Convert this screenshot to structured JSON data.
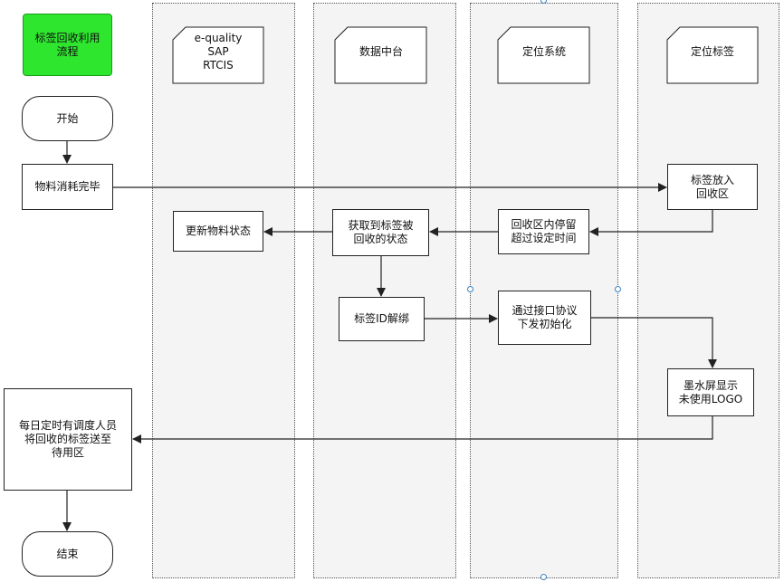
{
  "title": "标签回收利用\n流程",
  "lanes": [
    {
      "id": "lane-equality",
      "header": [
        "e-quality",
        "SAP",
        "RTCIS"
      ]
    },
    {
      "id": "lane-data-platform",
      "header": [
        "数据中台"
      ]
    },
    {
      "id": "lane-positioning-system",
      "header": [
        "定位系统"
      ]
    },
    {
      "id": "lane-positioning-tag",
      "header": [
        "定位标签"
      ]
    }
  ],
  "nodes": {
    "start": "开始",
    "material_consumed": "物料消耗完毕",
    "tag_into_recycle": "标签放入\n回收区",
    "stay_timeout": "回收区内停留\n超过设定时间",
    "get_tag_state": "获取到标签被\n回收的状态",
    "update_material": "更新物料状态",
    "unbind_tag": "标签ID解绑",
    "send_init": "通过接口协议\n下发初始化",
    "eink_display": "墨水屏显示\n未使用LOGO",
    "daily_transfer": "每日定时有调度人员\n将回收的标签送至\n待用区",
    "end": "结束"
  },
  "colors": {
    "title_fill": "#2ee62e",
    "lane_fill": "#f4f4f4",
    "handle": "#3b82c4"
  }
}
